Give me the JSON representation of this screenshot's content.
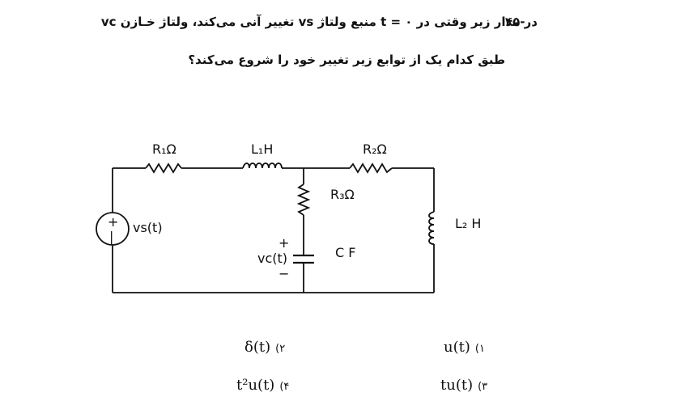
{
  "question": {
    "number": "۴۵-",
    "line1": "در مدار زیر وقتی در t = ۰ منبع ولتاژ vs تغییر آنی می‌کند، ولتاژ خـازن vc",
    "line2": "طبق کدام یک از توابع زیر تغییر خود را شروع می‌کند؟"
  },
  "circuit": {
    "r1_label": "R₁Ω",
    "l1_label": "L₁H",
    "r2_label": "R₂Ω",
    "r3_label": "R₃Ω",
    "l2_label": "L₂ H",
    "c_label": "C F",
    "vs_label": "vs(t)",
    "vc_label": "vc(t)",
    "plus": "+",
    "minus": "−"
  },
  "options": [
    {
      "num": "(۱",
      "text": "u(t)"
    },
    {
      "num": "(۲",
      "text": "δ(t)"
    },
    {
      "num": "(۳",
      "text": "tu(t)"
    },
    {
      "num": "(۴",
      "text": "t²u(t)"
    }
  ]
}
